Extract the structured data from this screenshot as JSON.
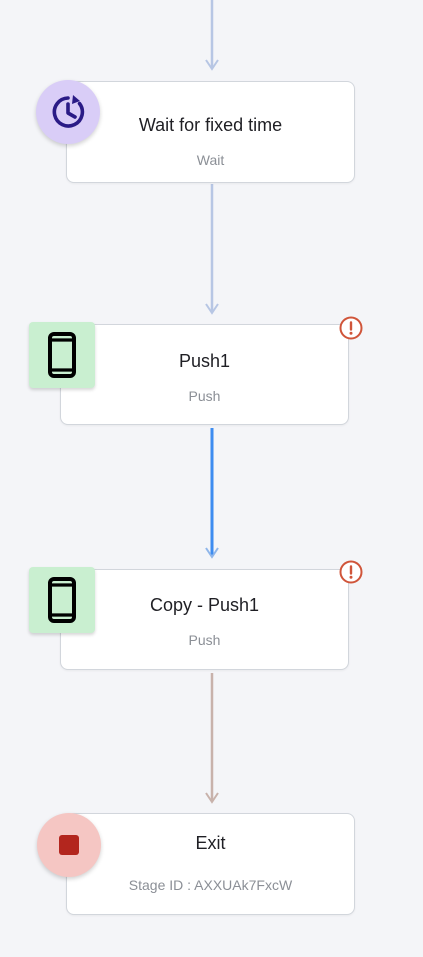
{
  "nodes": [
    {
      "title": "Wait for fixed time",
      "subtitle": "Wait",
      "icon": "clock-icon",
      "badge_color": "#d9cdf7",
      "icon_color": "#2a1b86"
    },
    {
      "title": "Push1",
      "subtitle": "Push",
      "icon": "mobile-phone-icon",
      "badge_color": "#c9efd0",
      "warning": true
    },
    {
      "title": "Copy - Push1",
      "subtitle": "Push",
      "icon": "mobile-phone-icon",
      "badge_color": "#c9efd0",
      "warning": true
    },
    {
      "title": "Exit",
      "subtitle": "Stage ID : AXXUAk7FxcW",
      "icon": "stop-icon",
      "badge_color": "#f5c6c3",
      "icon_color": "#b3261e"
    }
  ],
  "colors": {
    "connector_default": "#b7c6e4",
    "connector_active": "#3d8cf0",
    "connector_exit": "#c8b2ab",
    "warning": "#d0553a"
  }
}
